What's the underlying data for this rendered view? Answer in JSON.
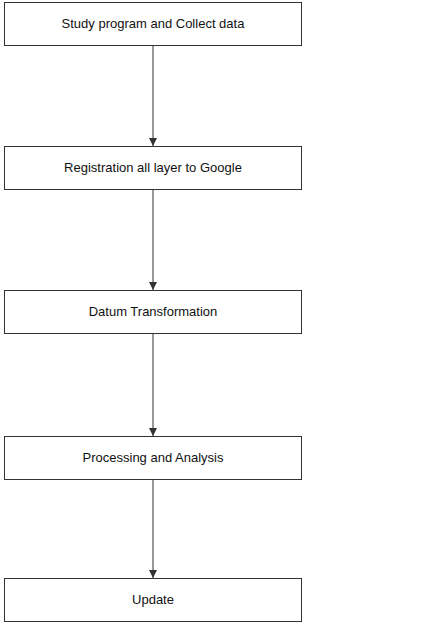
{
  "diagram": {
    "nodes": [
      {
        "text": [
          "Study program and Collect data"
        ]
      },
      {
        "text": [
          "Registration all layer to Google"
        ]
      },
      {
        "text": [
          "Datum Transformation"
        ]
      },
      {
        "text": [
          "Processing and Analysis"
        ]
      },
      {
        "text": [
          "Update"
        ]
      }
    ],
    "edges": [
      {
        "from": 0,
        "to": 1,
        "arrow": "to"
      },
      {
        "from": 1,
        "to": 2,
        "arrow": "to"
      },
      {
        "from": 2,
        "to": 3,
        "arrow": "to"
      },
      {
        "from": 3,
        "to": 4,
        "arrow": "to"
      }
    ]
  }
}
